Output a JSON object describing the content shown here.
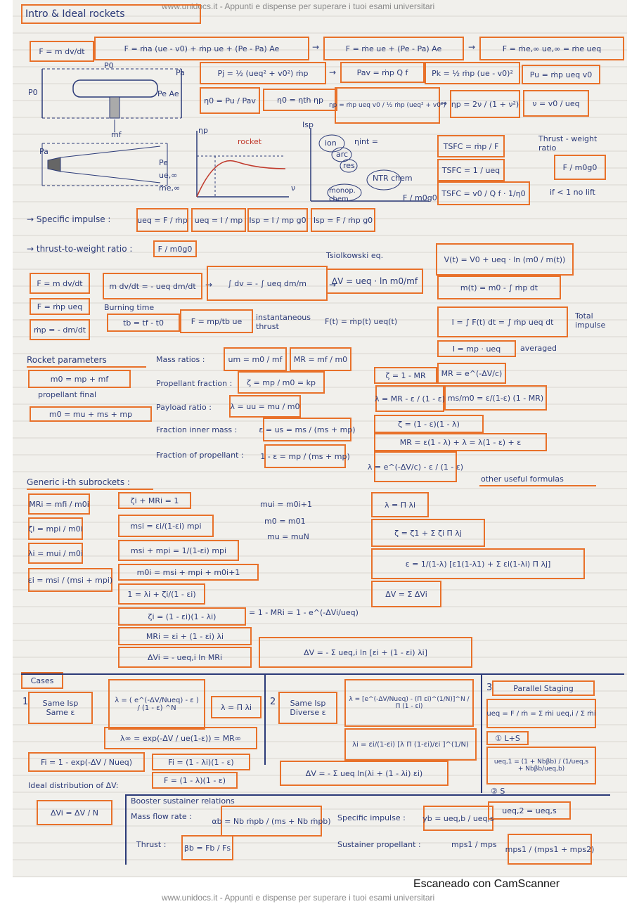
{
  "watermark": "www.unidocs.it - Appunti e dispense per superare i tuoi esami universitari",
  "title": "Intro & Ideal rockets",
  "footer": "Escaneado con CamScanner",
  "row1": {
    "f1": "F = m dv/dt",
    "f2": "F = ṁa (ue - v0) + ṁp ue + (Pe - Pa) Ae",
    "f3": "F = ṁe ue + (Pe - Pa) Ae",
    "f4": "F = ṁe,∞ ue,∞ = ṁe ueq"
  },
  "row2": {
    "pj": "Pj = ½ (ueq² + v0²) ṁp",
    "pav": "Pav = ṁp Q f",
    "pk": "Pk = ½ ṁp (ue - v0)²",
    "pu": "Pu = ṁp ueq v0"
  },
  "row3": {
    "eta0": "η0 = Pu / Pav",
    "eta0b": "η0 = ηth ηp",
    "etap": "ηp = ṁp ueq v0 / ½ ṁp (ueq² + v0²)",
    "etap2": "ηp = 2ν / (1 + ν²)",
    "nu": "ν = v0 / ueq"
  },
  "diagram": {
    "p0": "P0",
    "pa": "Pa",
    "pe_ae": "Pe Ae",
    "pa2": "Pa",
    "pe": "Pe",
    "ue": "ue,∞",
    "me": "ṁe,∞",
    "mdot": "ṁf",
    "etap_axis": "ηp",
    "rocket": "rocket",
    "nu_axis": "ν",
    "isp_axis": "Isp",
    "ion": "ion",
    "arc": "arc",
    "res": "res",
    "ntr": "NTR chem",
    "monop": "monop. chem",
    "f_axis": "F / m0g0",
    "eta_int": "ηint = "
  },
  "tsfc": {
    "t1": "TSFC = ṁp / F",
    "t2": "TSFC = 1 / ueq",
    "t3": "TSFC = v0 / Q f · 1/η0",
    "tw": "Thrust - weight ratio",
    "tw2": "F / m0g0",
    "lift": "if < 1 no lift"
  },
  "impulse": {
    "label": "→ Specific impulse :",
    "u1": "ueq = F / ṁp",
    "u2": "ueq = I / mp",
    "i1": "Isp = I / mp g0",
    "i2": "Isp = F / ṁp g0",
    "tw_label": "→ thrust-to-weight ratio :",
    "tw_val": "F / m0g0"
  },
  "tsiolkovsky": {
    "label": "Tsiolkowski eq.",
    "f1": "F = m dv/dt",
    "f2": "F = ṁp ueq",
    "f3": "ṁp = - dm/dt",
    "mdv": "m dv/dt = - ueq dm/dt",
    "int": "∫ dv = - ∫ ueq dm/m",
    "dv": "ΔV = ueq · ln m0/mf",
    "burn": "Burning time",
    "tb": "tb = tf - t0",
    "fm": "F = mp/tb ue",
    "inst": "instantaneous thrust",
    "ft": "F(t) = ṁp(t) ueq(t)",
    "vt": "V(t) = V0 + ueq · ln (m0 / m(t))",
    "mt": "m(t) = m0 - ∫ ṁp dt",
    "it": "I = ∫ F(t) dt = ∫ ṁp ueq dt",
    "total": "Total impulse",
    "iavg": "I = mp · ueq",
    "avg": "averaged"
  },
  "params": {
    "label": "Rocket parameters",
    "m0": "m0 = mp + mf",
    "prop": "propellant final",
    "m0b": "m0 = mu + ms + mp",
    "mass_label": "Mass ratios :",
    "um": "um = m0 / mf",
    "mr": "MR = mf / m0",
    "pf_label": "Propellant fraction :",
    "zeta": "ζ = mp / m0 = kp",
    "pl_label": "Payload ratio :",
    "lambda": "λ = uu = mu / m0",
    "ie_label": "Fraction inner mass :",
    "eps": "ε = us = ms / (ms + mp)",
    "fp_label": "Fraction of propellant :",
    "one_eps": "1 - ε = mp / (ms + mp)",
    "z1": "ζ = 1 - MR",
    "mr_exp": "MR = e^(-ΔV/c)",
    "l1": "λ = MR - ε / (1 - ε)",
    "ms": "ms/m0 = ε/(1-ε) (1 - MR)",
    "z2": "ζ = (1 - ε)(1 - λ)",
    "mr2": "MR = ε(1 - λ) + λ = λ(1 - ε) + ε",
    "l2": "λ = e^(-ΔV/c) - ε / (1 - ε)",
    "useful": "other useful formulas"
  },
  "subrockets": {
    "label": "Generic i-th subrockets :",
    "mri": "MRi = mfi / m0i",
    "zi": "ζi = mpi / m0i",
    "li": "λi = mui / m0i",
    "ei": "εi = msi / (msi + mpi)",
    "sum": "ζi + MRi = 1",
    "msi": "msi = εi/(1-εi) mpi",
    "mpi": "msi + mpi = 1/(1-εi) mpi",
    "m0i": "m0i = msi + mpi + m0i+1",
    "ri": "1 = λi + ζi/(1 - εi)",
    "zeta_i": "ζi = (1 - εi)(1 - λi)",
    "exp": "= 1 - MRi = 1 - e^(-ΔVi/ueq)",
    "mri2": "MRi = εi + (1 - εi) λi",
    "dvi": "ΔVi = - ueq,i ln MRi",
    "dv_sum": "ΔV = - Σ ueq,i ln [εi + (1 - εi) λi]",
    "mu1": "mui = m0i+1",
    "mu2": "m0 = m01",
    "mu3": "mu = muN",
    "lam_prod": "λ = Π λi",
    "zeta_sum": "ζ = ζ1 + Σ ζi Π λj",
    "eps_sum": "ε = 1/(1-λ) [ε1(1-λ1) + Σ εi(1-λi) Π λj]",
    "dv_tot": "ΔV = Σ ΔVi"
  },
  "cases": {
    "label": "Cases",
    "c1": "1",
    "c1_title": "Same Isp  Same ε",
    "c1_lambda": "λ = ( e^(-ΔV/Nueq) - ε ) / (1 - ε) ^N",
    "c1_prod": "λ = Π λi",
    "c1_inf": "λ∞ = exp(-ΔV / ue(1-ε)) = MR∞",
    "c1_fi": "Fi = 1 - exp(-ΔV / Nueq)",
    "c1_fi2": "Fi = (1 - λi)(1 - ε)",
    "c1_f": "F = (1 - λ)(1 - ε)",
    "c2": "2",
    "c2_title": "Same Isp  Diverse ε",
    "c2_lambda": "λ = [e^(-ΔV/Nueq) - (Π εi)^(1/N)]^N / Π (1 - εi)",
    "c2_li": "λi = εi/(1-εi) [λ Π (1-εi)/εi ]^(1/N)",
    "c2_dv": "ΔV = - Σ ueq ln(λi + (1 - λi) εi)",
    "c3": "3",
    "c3_title": "Parallel Staging",
    "c3_u": "ueq = F / ṁ = Σ ṁi ueq,i / Σ ṁi",
    "c3_a": "① L+S",
    "c3_b": "ueq,1 = (1 + Nbβb) / (1/ueq,s + Nbβb/ueq,b)",
    "c3_c": "② S",
    "c3_d": "ueq,2 = ueq,s",
    "ideal": "Ideal distribution of ΔV:",
    "ideal_f": "ΔVi = ΔV / N",
    "booster": "Booster sustainer relations",
    "mfr": "Mass flow rate :",
    "ab": "αb = Nb ṁpb / (ms + Nb ṁpb)",
    "spec": "Specific impulse :",
    "yb": "yb = ueq,b / ueq,s",
    "thrust": "Thrust :",
    "fb": "βb = Fb / Fs",
    "sust": "Sustainer propellant :",
    "sp1": "mps1 / mps",
    "sp2": "mps1 / (mps1 + mps2)"
  }
}
